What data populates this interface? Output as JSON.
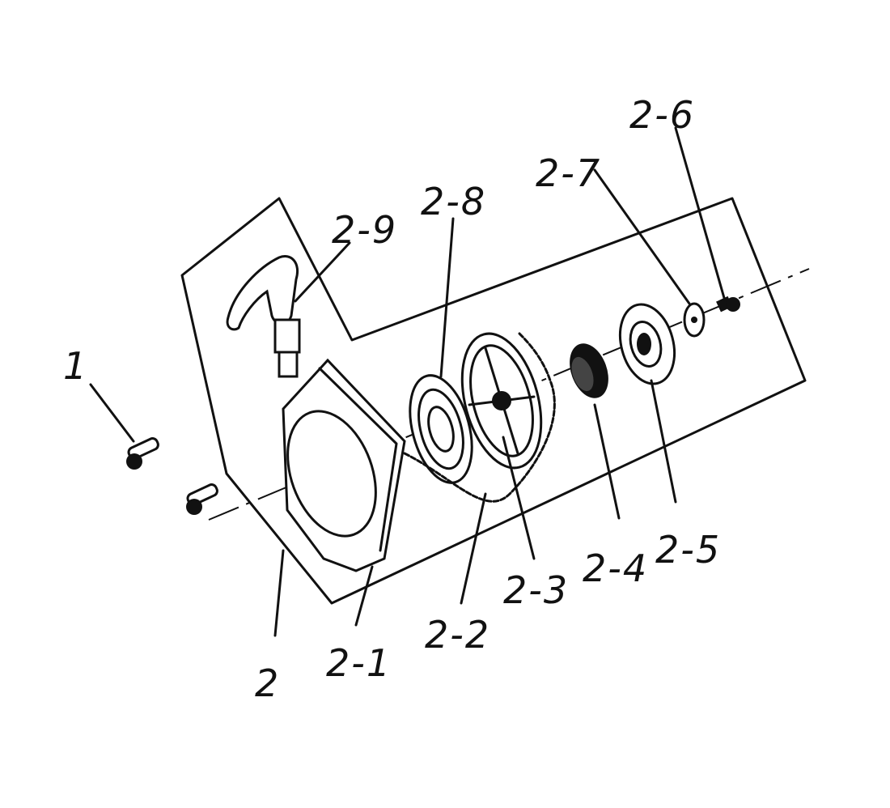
{
  "diagram": {
    "type": "exploded-parts-view",
    "labels": {
      "p1": "1",
      "p2": "2",
      "p2_1": "2-1",
      "p2_2": "2-2",
      "p2_3": "2-3",
      "p2_4": "2-4",
      "p2_5": "2-5",
      "p2_6": "2-6",
      "p2_7": "2-7",
      "p2_8": "2-8",
      "p2_9": "2-9"
    }
  }
}
